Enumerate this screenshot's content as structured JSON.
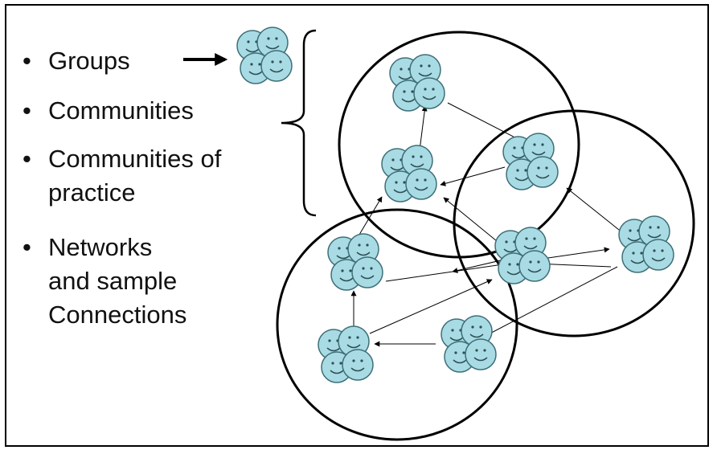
{
  "bullets": [
    {
      "label": "Groups"
    },
    {
      "label": "Communities"
    },
    {
      "label": "Communities of\npractice"
    },
    {
      "label": "Networks\nand sample\nConnections"
    }
  ],
  "bullet_symbol": "•",
  "colors": {
    "face_fill": "#a9dbe4",
    "face_stroke": "#3e6f78",
    "line": "#000000"
  }
}
